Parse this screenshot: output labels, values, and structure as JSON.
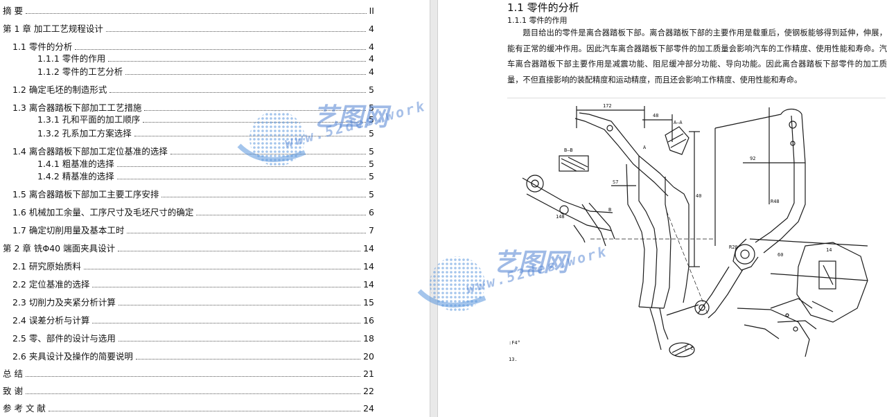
{
  "toc": [
    {
      "label": "摘    要",
      "page": "II"
    },
    {
      "label": "第 1 章  加工工艺规程设计",
      "page": "4"
    },
    {
      "label": "1.1 零件的分析",
      "page": "4"
    },
    {
      "label": "1.1.1  零件的作用",
      "page": "4"
    },
    {
      "label": "1.1.2  零件的工艺分析",
      "page": "4"
    },
    {
      "label": "1.2 确定毛坯的制造形式",
      "page": "5"
    },
    {
      "label": "1.3 离合器踏板下部加工工艺措施",
      "page": "5"
    },
    {
      "label": "1.3.1  孔和平面的加工顺序",
      "page": "5"
    },
    {
      "label": "1.3.2  孔系加工方案选择",
      "page": "5"
    },
    {
      "label": "1.4 离合器踏板下部加工定位基准的选择",
      "page": "5"
    },
    {
      "label": "1.4.1  粗基准的选择",
      "page": "5"
    },
    {
      "label": "1.4.2  精基准的选择",
      "page": "5"
    },
    {
      "label": "1.5 离合器踏板下部加工主要工序安排",
      "page": "5"
    },
    {
      "label": "1.6 机械加工余量、工序尺寸及毛坯尺寸的确定",
      "page": "6"
    },
    {
      "label": "1.7 确定切削用量及基本工时",
      "page": "7"
    },
    {
      "label": "第 2 章  铣Φ40 端面夹具设计",
      "page": "14"
    },
    {
      "label": "2.1 研究原始质料",
      "page": "14"
    },
    {
      "label": "2.2 定位基准的选择",
      "page": "14"
    },
    {
      "label": "2.3 切削力及夹紧分析计算",
      "page": "15"
    },
    {
      "label": "2.4 误差分析与计算",
      "page": "16"
    },
    {
      "label": "2.5 零、部件的设计与选用",
      "page": "18"
    },
    {
      "label": "2.6 夹具设计及操作的简要说明",
      "page": "20"
    },
    {
      "label": "总    结",
      "page": "21"
    },
    {
      "label": "致    谢",
      "page": "22"
    },
    {
      "label": "参 考 文 献",
      "page": "24"
    }
  ],
  "watermark": {
    "cn": "艺图网",
    "url": "www.52des.work"
  },
  "section": {
    "title": "1.1  零件的分析",
    "subtitle": "1.1.1  零件的作用",
    "paragraph": "题目给出的零件是离合器踏板下部。离合器踏板下部的主要作用是载重后，使钢板能够得到延伸，伸展，能有正常的缓冲作用。因此汽车离合器踏板下部零件的加工质量会影响汽车的工作精度、使用性能和寿命。汽车离合器踏板下部主要作用是减震功能、阻尼缓冲部分功能、导向功能。因此离合器踏板下部零件的加工质量，不但直接影响的装配精度和运动精度，而且还会影响工作精度、使用性能和寿命。"
  },
  "drawing_labels": {
    "dim_172": "172",
    "dim_48": "48",
    "view_aa": "A—A",
    "view_bb": "B—B",
    "view_cc": "C—C",
    "dim_148": "148",
    "dim_92": "92",
    "dim_r48": "R48",
    "dim_r20": "R20",
    "dim_40": "40",
    "dim_60": "60",
    "dim_14": "14",
    "dim_s": "S7",
    "note_a": "A",
    "note_b": "B",
    "corner_note1": ":F4°",
    "corner_note2": "13."
  }
}
